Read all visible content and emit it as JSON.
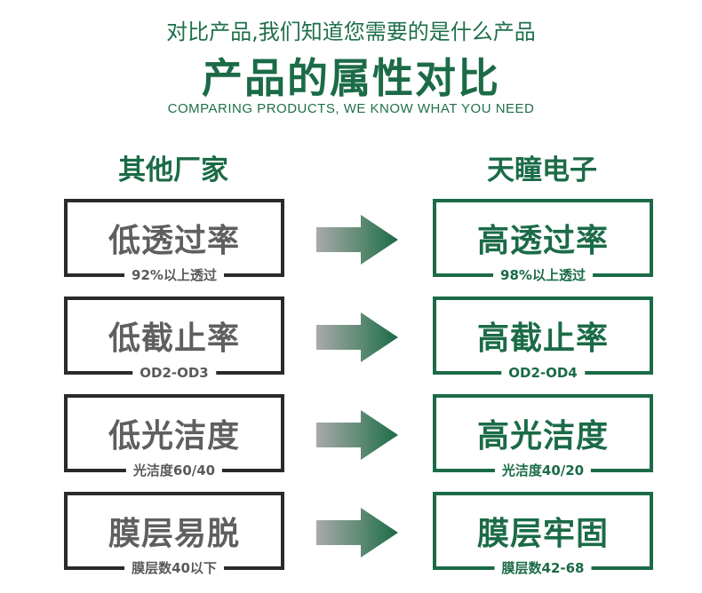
{
  "header": {
    "subtitle": "对比产品,我们知道您需要的是什么产品",
    "title": "产品的属性对比",
    "english": "COMPARING PRODUCTS, WE KNOW WHAT YOU NEED"
  },
  "columns": {
    "left": "其他厂家",
    "right": "天瞳电子"
  },
  "colors": {
    "green": "#1b6b47",
    "dark": "#2a2a2a",
    "gray_text": "#5f5f5f"
  },
  "rows": [
    {
      "left_main": "低透过率",
      "left_sub": "92%以上透过",
      "right_main": "高透过率",
      "right_sub": "98%以上透过"
    },
    {
      "left_main": "低截止率",
      "left_sub": "OD2-OD3",
      "right_main": "高截止率",
      "right_sub": "OD2-OD4"
    },
    {
      "left_main": "低光洁度",
      "left_sub": "光洁度60/40",
      "right_main": "高光洁度",
      "right_sub": "光洁度40/20"
    },
    {
      "left_main": "膜层易脱",
      "left_sub": "膜层数40以下",
      "right_main": "膜层牢固",
      "right_sub": "膜层数42-68"
    }
  ]
}
